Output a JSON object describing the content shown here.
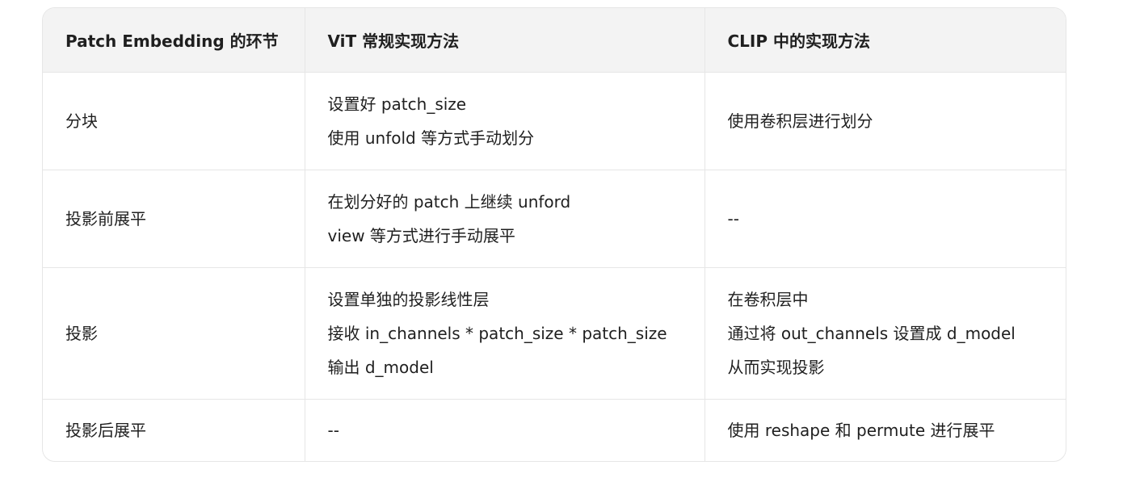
{
  "table": {
    "headers": [
      "Patch Embedding 的环节",
      "ViT 常规实现方法",
      "CLIP 中的实现方法"
    ],
    "rows": [
      {
        "step": "分块",
        "vit": [
          "设置好 patch_size",
          "使用 unfold 等方式手动划分"
        ],
        "clip": [
          "使用卷积层进行划分"
        ]
      },
      {
        "step": "投影前展平",
        "vit": [
          "在划分好的 patch 上继续 unford",
          "view 等方式进行手动展平"
        ],
        "clip": [
          "--"
        ]
      },
      {
        "step": "投影",
        "vit": [
          "设置单独的投影线性层",
          "接收 in_channels * patch_size * patch_size",
          "输出 d_model"
        ],
        "clip": [
          "在卷积层中",
          "通过将 out_channels 设置成 d_model",
          "从而实现投影"
        ]
      },
      {
        "step": "投影后展平",
        "vit": [
          "--"
        ],
        "clip": [
          "使用 reshape 和 permute 进行展平"
        ]
      }
    ]
  }
}
